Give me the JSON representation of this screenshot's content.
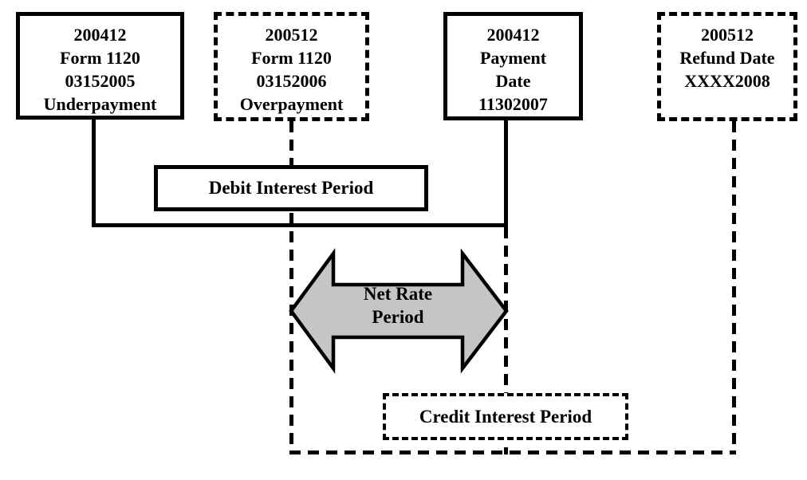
{
  "diagram": {
    "boxes": [
      {
        "id": "underpayment",
        "style": "solid",
        "lines": [
          "200412",
          "Form 1120",
          "03152005",
          "Underpayment"
        ]
      },
      {
        "id": "overpayment",
        "style": "dashed",
        "lines": [
          "200512",
          "Form 1120",
          "03152006",
          "Overpayment"
        ]
      },
      {
        "id": "payment-date",
        "style": "solid",
        "lines": [
          "200412",
          "Payment",
          "Date",
          "11302007"
        ]
      },
      {
        "id": "refund-date",
        "style": "dashed",
        "lines": [
          "200512",
          "Refund Date",
          "XXXX2008"
        ]
      }
    ],
    "periods": {
      "debit_label": "Debit Interest Period",
      "credit_label": "Credit Interest Period",
      "net_rate_lines": [
        "Net Rate",
        "Period"
      ]
    },
    "colors": {
      "line": "#000000",
      "arrow_fill": "#c5c5c5",
      "background": "#ffffff"
    }
  }
}
